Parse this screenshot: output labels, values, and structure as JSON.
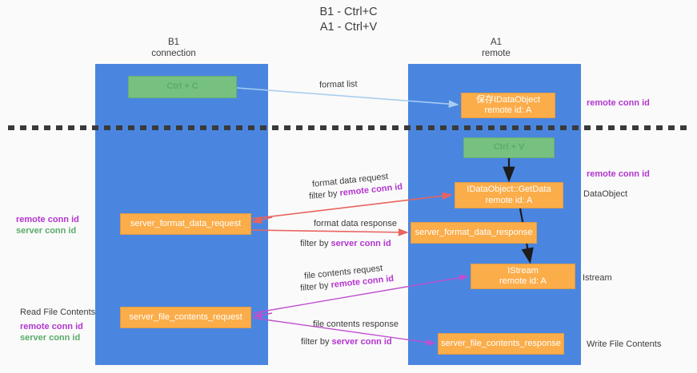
{
  "title": {
    "line1": "B1 - Ctrl+C",
    "line2": "A1 - Ctrl+V"
  },
  "columns": {
    "left": {
      "name": "B1",
      "role": "connection"
    },
    "right": {
      "name": "A1",
      "role": "remote"
    }
  },
  "colors": {
    "lane": "#4a86e0",
    "node_green": "#77c180",
    "node_orange": "#fbad4a",
    "accent_purple": "#b335cf",
    "accent_green": "#5aab6a",
    "arrow_blue": "#a8cdf0",
    "arrow_red": "#e8635f",
    "arrow_magenta": "#c04fd0",
    "arrow_black": "#1c1c1c",
    "divider": "#3a3a3a",
    "background": "#fafafa"
  },
  "nodes": {
    "ctrl_c": {
      "label": "Ctrl + C",
      "kind": "green"
    },
    "save_idataobject": {
      "line1": "保存IDataObject",
      "line2": "remote id: A",
      "kind": "orange"
    },
    "ctrl_v": {
      "label": "Ctrl + V",
      "kind": "green"
    },
    "getdata": {
      "line1": "IDataObject::GetData",
      "line2": "remote id: A",
      "kind": "orange"
    },
    "server_format_data_request": {
      "label": "server_format_data_request",
      "kind": "orange"
    },
    "server_format_data_response": {
      "label": "server_format_data_response",
      "kind": "orange"
    },
    "istream": {
      "line1": "IStream",
      "line2": "remote id: A",
      "kind": "orange"
    },
    "server_file_contents_request": {
      "label": "server_file_contents_request",
      "kind": "orange"
    },
    "server_file_contents_response": {
      "label": "server_file_contents_response",
      "kind": "orange"
    }
  },
  "edges": {
    "format_list": {
      "label": "format list"
    },
    "format_data_request": {
      "line1": "format data request",
      "filter_prefix": "filter by ",
      "filter_key": "remote conn id"
    },
    "format_data_response": {
      "line1": "format data response",
      "filter_prefix": "filter by ",
      "filter_key": "server conn id"
    },
    "file_contents_request": {
      "line1": "file contents request",
      "filter_prefix": "filter by ",
      "filter_key": "remote conn id"
    },
    "file_contents_response": {
      "line1": "file contents response",
      "filter_prefix": "filter by ",
      "filter_key": "server conn id"
    }
  },
  "annotations": {
    "remote_conn_id_top": "remote conn id",
    "remote_conn_id_mid": "remote conn id",
    "dataobject": "DataObject",
    "istream": "Istream",
    "write_file_contents": "Write File Contents",
    "read_file_contents": "Read File Contents",
    "left_remote_conn_id": "remote conn id",
    "left_server_conn_id": "server conn id",
    "read_remote_conn_id": "remote conn id",
    "read_server_conn_id": "server conn id"
  }
}
